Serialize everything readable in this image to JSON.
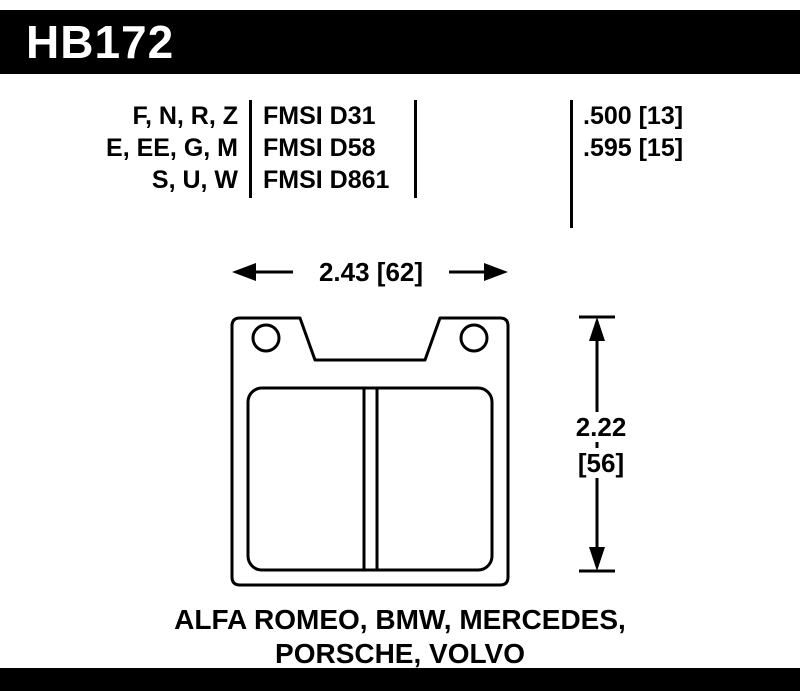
{
  "header": {
    "part_number": "HB172"
  },
  "spec_table": {
    "rows": [
      {
        "compounds": "F, N, R, Z",
        "fmsi": "FMSI D31",
        "pad_thickness": ".500 [13]"
      },
      {
        "compounds": "E, EE, G, M",
        "fmsi": "FMSI D58",
        "pad_thickness": ".595 [15]"
      },
      {
        "compounds": "S, U, W",
        "fmsi": "FMSI D861",
        "pad_thickness": ""
      }
    ]
  },
  "dimensions": {
    "width": "2.43 [62]",
    "height_value": "2.22",
    "height_bracket": "[56]"
  },
  "applications": {
    "line1": "ALFA ROMEO, BMW, MERCEDES,",
    "line2": "PORSCHE, VOLVO"
  },
  "colors": {
    "ink": "#000000",
    "paper": "#ffffff"
  }
}
